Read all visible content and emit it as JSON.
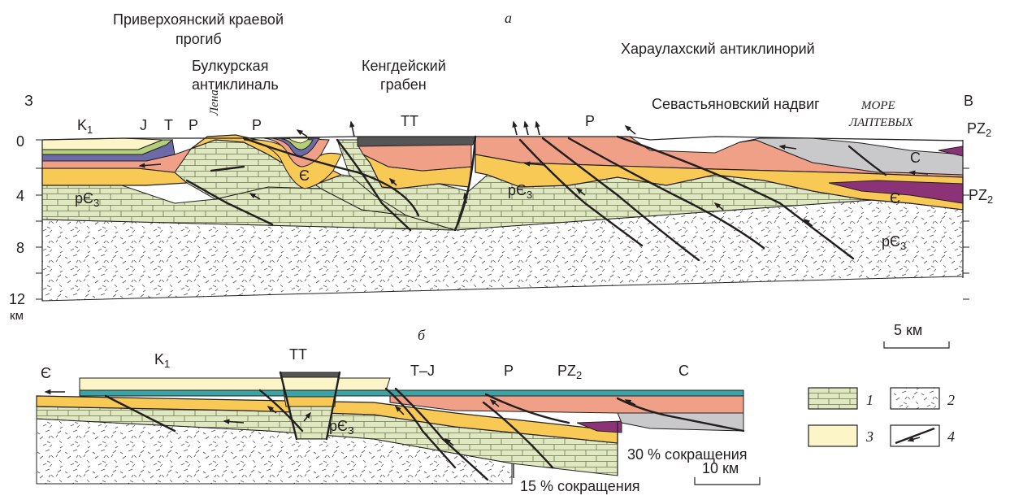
{
  "colors": {
    "limestone": "#dfe8c0",
    "basement": "#ffffff",
    "cambrian": "#f8c955",
    "permian": "#f0a087",
    "triassic_jurassic": "#3aa3a6",
    "cretaceous": "#fbf5c8",
    "pz2": "#8c3378",
    "carboniferous": "#c9c9cb",
    "graben_fill": "#555555",
    "jurassic_band": "#b3cf79",
    "triassic_band": "#6d6aa8",
    "outline": "#231f20"
  },
  "section_a": {
    "letter": "а",
    "west": "З",
    "east": "В",
    "structures": {
      "foredeep_1": "Приверхоянский краевой",
      "foredeep_2": "прогиб",
      "anticline_1": "Булкурская",
      "anticline_2": "антиклиналь",
      "graben_1": "Кенгдейский",
      "graben_2": "грабен",
      "anticlinorium": "Хараулахский антиклинорий",
      "thrust": "Севастьяновский надвиг",
      "sea_1": "МОРЕ",
      "sea_2": "ЛАПТЕВЫХ",
      "river": "Лена"
    },
    "units": {
      "k1": "K",
      "k1_sub": "1",
      "j": "J",
      "t": "T",
      "p": "P",
      "p2": "P",
      "tt": "TT",
      "p3": "P",
      "pz2_top": "PZ",
      "pz2_top_sub": "2",
      "c": "C",
      "cambrian": "Є",
      "cambrian_east": "Є",
      "pz2_east": "PZ",
      "pz2_east_sub": "2",
      "pe3_west": "pЄ",
      "pe3_west_sub": "3",
      "pe3_mid": "pЄ",
      "pe3_mid_sub": "3",
      "pe3_east": "pЄ",
      "pe3_east_sub": "3"
    },
    "depth_ticks": [
      "0",
      "4",
      "8",
      "12"
    ],
    "depth_unit": "км",
    "scale_bar": "5 км"
  },
  "section_b": {
    "letter": "б",
    "units": {
      "cambrian": "Є",
      "k1": "K",
      "k1_sub": "1",
      "tt": "TT",
      "tj": "T–J",
      "p": "P",
      "pz2": "PZ",
      "pz2_sub": "2",
      "c": "C",
      "pe3": "pЄ",
      "pe3_sub": "3"
    },
    "shortening_30": "30 % сокращения",
    "shortening_15": "15 % сокращения",
    "scale_bar": "10 км"
  },
  "legend": [
    {
      "num": "1",
      "swatch": "limestone"
    },
    {
      "num": "2",
      "swatch": "basement"
    },
    {
      "num": "3",
      "swatch": "cretaceous"
    },
    {
      "num": "4",
      "swatch": "fault"
    }
  ]
}
